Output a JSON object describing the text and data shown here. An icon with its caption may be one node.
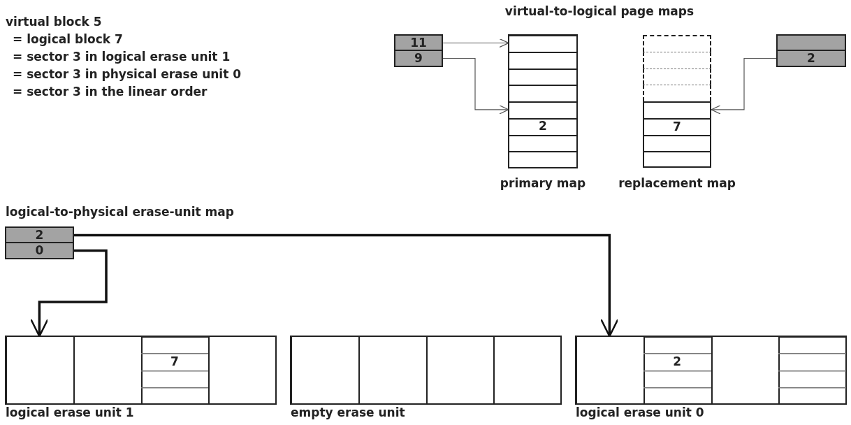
{
  "diagram": {
    "nodes": [
      {
        "text": [
          "11"
        ]
      },
      {
        "text": [
          "9"
        ]
      },
      {
        "text": [],
        "shape": "box",
        "beside": [
          "primary map"
        ]
      },
      {
        "text": [],
        "shape": "box",
        "in": 2
      },
      {
        "text": [],
        "shape": "box",
        "in": 2
      },
      {
        "text": [],
        "shape": "box",
        "in": 2
      },
      {
        "text": [],
        "shape": "box",
        "in": 2
      },
      {
        "text": [],
        "shape": "box",
        "in": 2
      },
      {
        "text": [
          "2"
        ],
        "in": 2
      },
      {
        "text": [],
        "shape": "box",
        "in": 2
      },
      {
        "text": [],
        "shape": "box",
        "in": 2
      },
      {
        "text": [],
        "shape": "box",
        "beside": [
          "replacement map"
        ]
      },
      {
        "text": [],
        "shape": "box",
        "in": 11
      },
      {
        "text": [],
        "shape": "box",
        "in": 11
      },
      {
        "text": [],
        "shape": "box",
        "in": 11
      },
      {
        "text": [],
        "shape": "box",
        "in": 11
      },
      {
        "text": [],
        "shape": "box",
        "in": 11
      },
      {
        "text": [
          "7"
        ],
        "in": 11
      },
      {
        "text": [],
        "shape": "box",
        "in": 11
      },
      {
        "text": [],
        "shape": "box",
        "in": 11
      },
      {
        "text": [],
        "shape": "box"
      },
      {
        "text": [
          "2"
        ]
      },
      {
        "text": [
          "2"
        ]
      },
      {
        "text": [
          "0"
        ]
      },
      {
        "text": [],
        "shape": "box",
        "beside": [
          "logical erase unit 1"
        ]
      },
      {
        "text": [],
        "shape": "box",
        "in": 24
      },
      {
        "text": [],
        "shape": "box",
        "in": 24
      },
      {
        "text": [],
        "shape": "box",
        "in": 24
      },
      {
        "text": [],
        "shape": "box",
        "in": 27
      },
      {
        "text": [
          "7"
        ],
        "in": 27
      },
      {
        "text": [],
        "shape": "box",
        "in": 27
      },
      {
        "text": [],
        "shape": "box",
        "in": 27
      },
      {
        "text": [],
        "shape": "box",
        "in": 24
      },
      {
        "text": [],
        "shape": "box",
        "beside": [
          "empty erase unit"
        ]
      },
      {
        "text": [],
        "shape": "box",
        "in": 33
      },
      {
        "text": [],
        "shape": "box",
        "in": 33
      },
      {
        "text": [],
        "shape": "box",
        "in": 33
      },
      {
        "text": [],
        "shape": "box",
        "in": 33
      },
      {
        "text": [],
        "shape": "box",
        "beside": [
          "logical erase unit 0"
        ]
      },
      {
        "text": [],
        "shape": "box",
        "in": 38
      },
      {
        "text": [],
        "shape": "box",
        "in": 38
      },
      {
        "text": [],
        "shape": "box",
        "in": 40
      },
      {
        "text": [
          "2"
        ],
        "in": 40
      },
      {
        "text": [],
        "shape": "box",
        "in": 40
      },
      {
        "text": [],
        "shape": "box",
        "in": 40
      },
      {
        "text": [],
        "shape": "box",
        "in": 38
      },
      {
        "text": [],
        "shape": "box",
        "in": 38
      },
      {
        "text": [],
        "shape": "box",
        "in": 46
      },
      {
        "text": [],
        "shape": "box",
        "in": 46
      },
      {
        "text": [],
        "shape": "box",
        "in": 46
      },
      {
        "text": [],
        "shape": "box",
        "in": 46
      }
    ],
    "edges": [
      {
        "from": 0,
        "to": 3,
        "arrow": "to"
      },
      {
        "from": 1,
        "to": 7,
        "arrow": "to"
      },
      {
        "from": 21,
        "to": 16,
        "arrow": "to"
      },
      {
        "from": 22,
        "to": 39,
        "arrow": "to",
        "style": "thick",
        "color": "#111111"
      },
      {
        "from": 23,
        "to": 25,
        "arrow": "to",
        "style": "thick",
        "color": "#111111"
      }
    ],
    "labels": [
      "virtual-to-logical page maps",
      "virtual block 5",
      "= logical block 7",
      "= sector 3 in logical erase unit 1",
      "= sector 3 in physical erase unit 0",
      "= sector 3 in the linear order",
      "logical-to-physical erase-unit map"
    ]
  }
}
